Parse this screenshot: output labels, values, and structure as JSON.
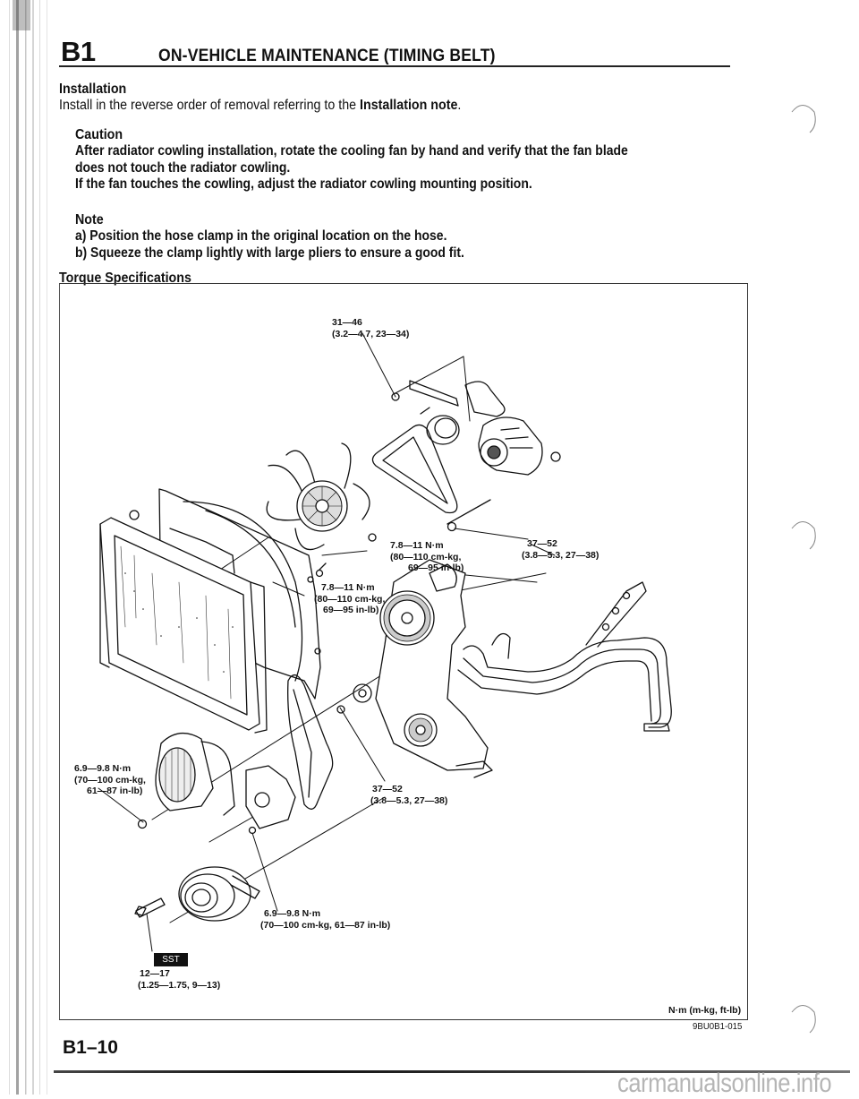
{
  "header": {
    "section_code": "B1",
    "title": "ON-VEHICLE MAINTENANCE (TIMING BELT)"
  },
  "installation": {
    "heading": "Installation",
    "text_before": "Install in the reverse order of removal referring to the ",
    "text_bold": "Installation note",
    "text_after": "."
  },
  "caution": {
    "heading": "Caution",
    "lines": [
      "After radiator cowling installation, rotate the cooling fan by hand and verify that the fan blade",
      "does not touch the radiator cowling.",
      "If the fan touches the cowling, adjust the radiator cowling mounting position."
    ]
  },
  "note": {
    "heading": "Note",
    "items": [
      "a) Position the hose clamp in the original location on the hose.",
      "b) Squeeze the clamp lightly with large pliers to ensure a good fit."
    ]
  },
  "torque": {
    "heading": "Torque Specifications",
    "callouts": [
      {
        "line1": "31—46",
        "line2": "(3.2—4.7, 23—34)"
      },
      {
        "line1": "7.8—11 N·m",
        "line2": "(80—110 cm-kg,",
        "line3": "69—95 in-lb)"
      },
      {
        "line1": "37—52",
        "line2": "(3.8—5.3, 27—38)"
      },
      {
        "line1": "7.8—11 N·m",
        "line2": "(80—110 cm-kg,",
        "line3": "69—95 in-lb)"
      },
      {
        "line1": "6.9—9.8 N·m",
        "line2": "(70—100 cm-kg,",
        "line3": "61—87 in-lb)"
      },
      {
        "line1": "37—52",
        "line2": "(3.8—5.3, 27—38)"
      },
      {
        "line1": "6.9—9.8 N·m",
        "line2": "(70—100 cm-kg, 61—87 in-lb)"
      },
      {
        "line1": "12—17",
        "line2": "(1.25—1.75, 9—13)"
      }
    ],
    "sst_label": "SST",
    "units": "N·m (m-kg, ft-lb)",
    "figure_id": "9BU0B1-015"
  },
  "footer": {
    "page_number": "B1–10",
    "watermark": "carmanualsonline.info"
  }
}
